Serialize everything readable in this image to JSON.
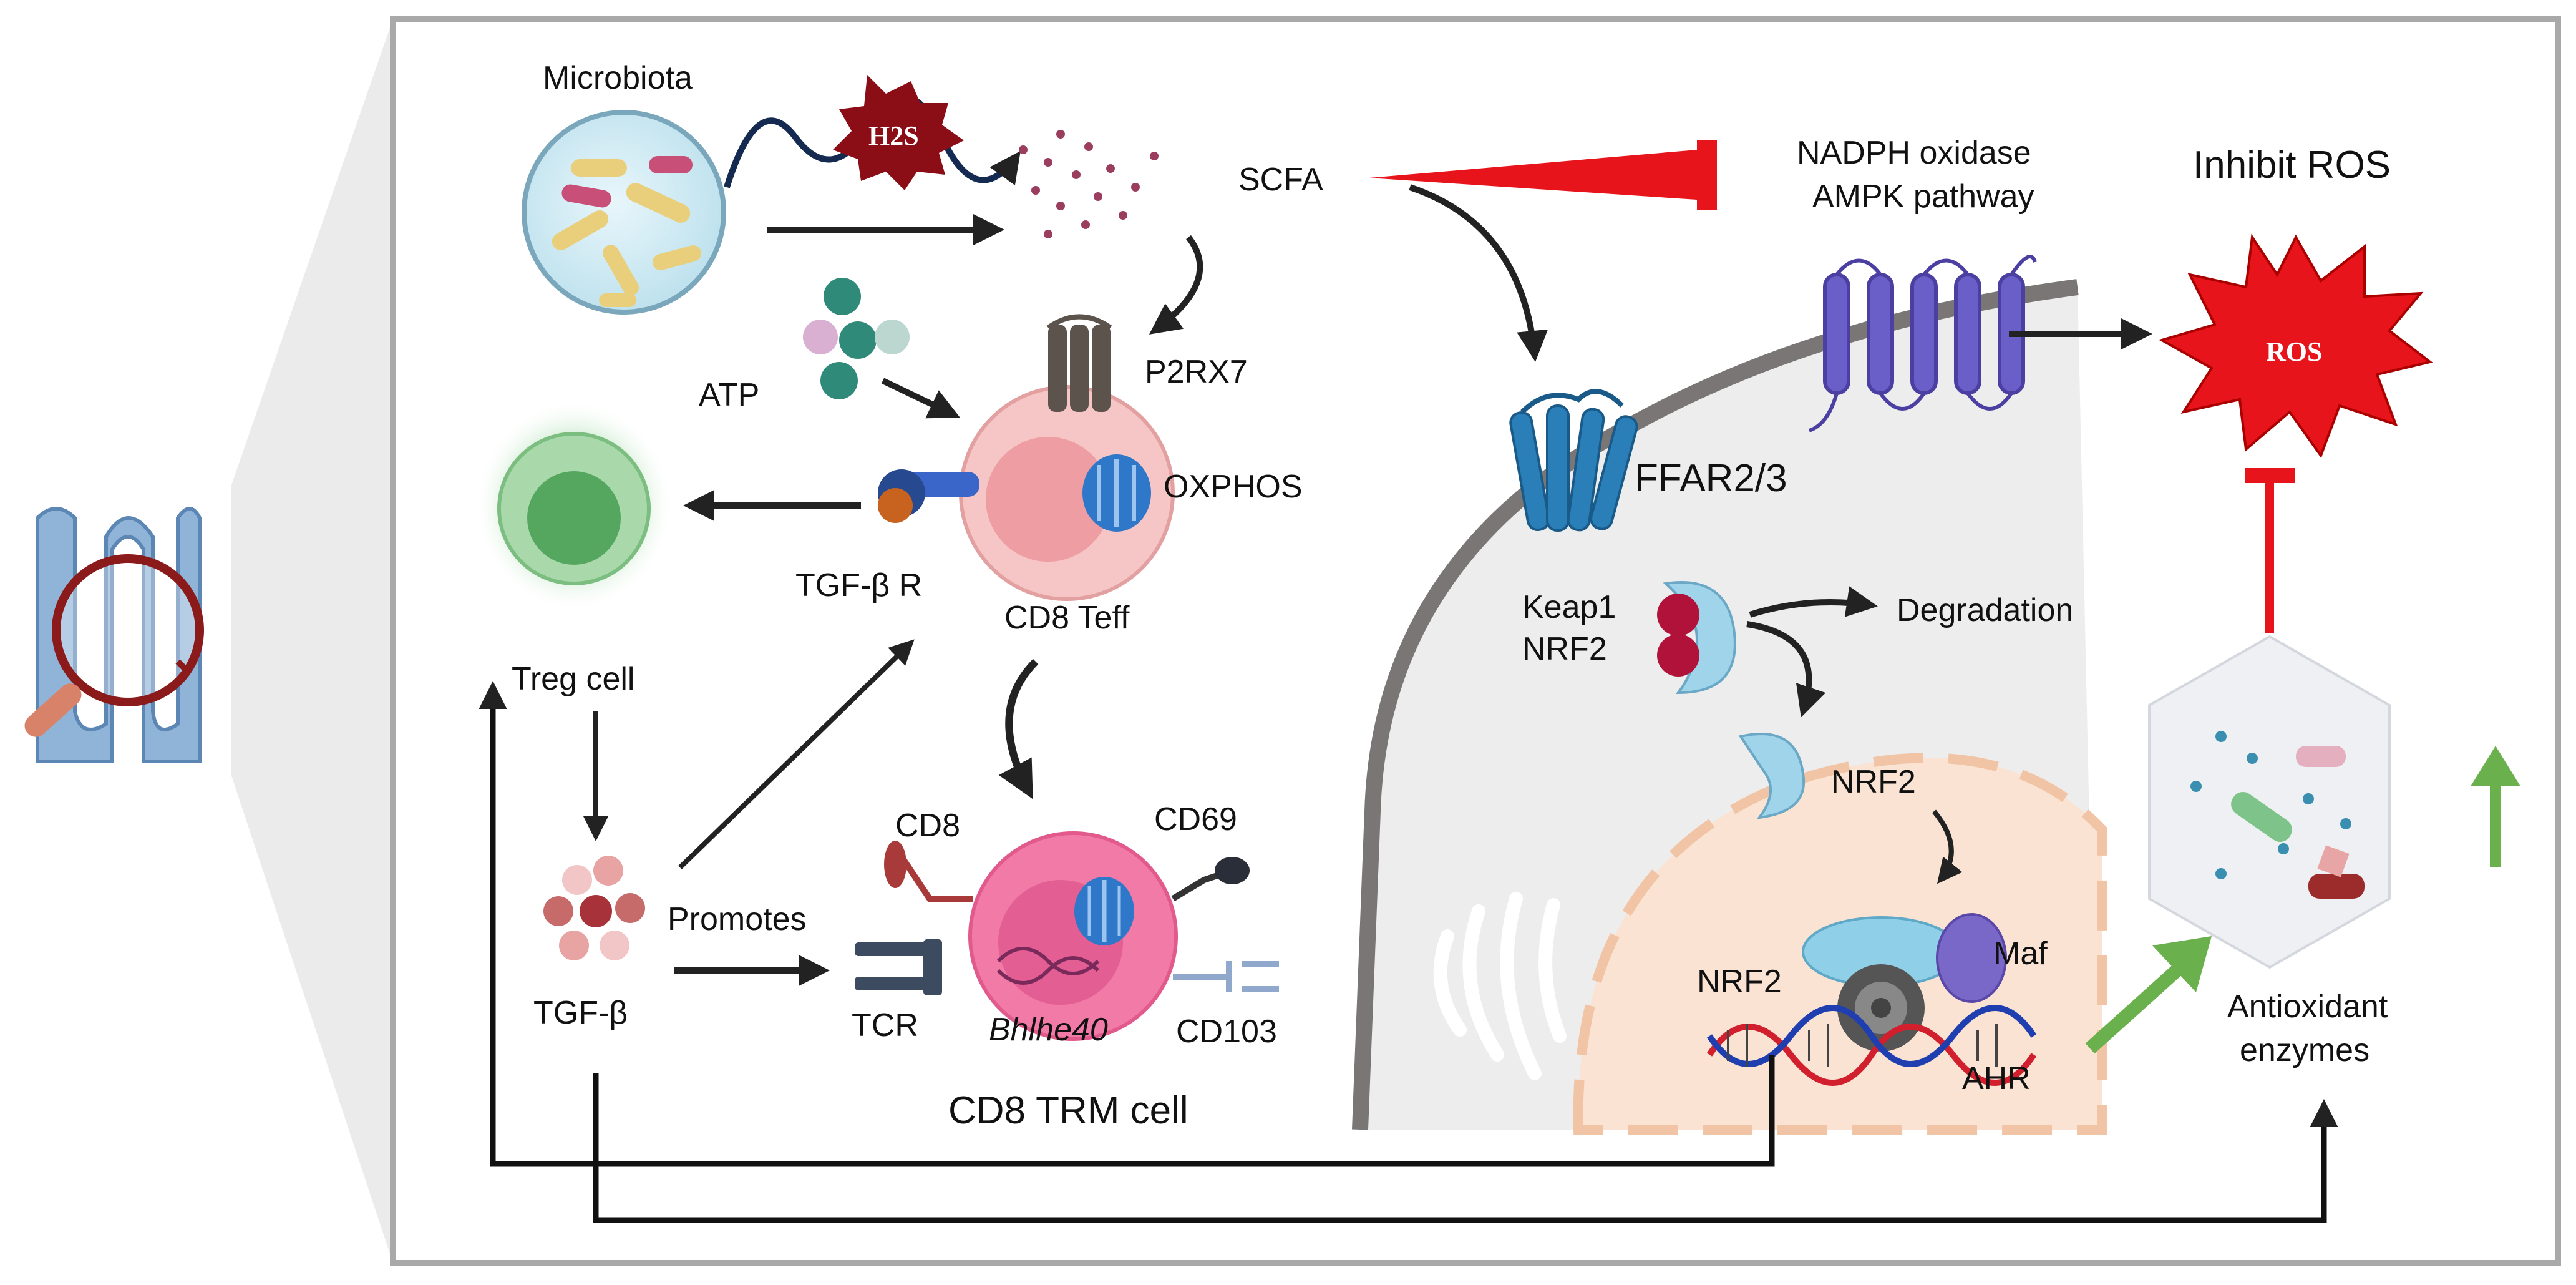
{
  "labels": {
    "microbiota": "Microbiota",
    "h2s": "H2S",
    "scfa": "SCFA",
    "nadph_line1": "NADPH oxidase",
    "nadph_line2": "AMPK pathway",
    "inhibit_ros": "Inhibit ROS",
    "ros": "ROS",
    "atp": "ATP",
    "p2rx7": "P2RX7",
    "oxphos": "OXPHOS",
    "tgfb_r": "TGF-β R",
    "cd8_teff": "CD8 Teff",
    "treg_cell": "Treg cell",
    "ffar": "FFAR2/3",
    "keap1": "Keap1",
    "nrf2_cyto": "NRF2",
    "degradation": "Degradation",
    "nrf2_nuc": "NRF2",
    "nrf2_dna": "NRF2",
    "maf": "Maf",
    "ahr": "AHR",
    "cd8": "CD8",
    "cd69": "CD69",
    "promotes": "Promotes",
    "tcr": "TCR",
    "bhlhe40": "Bhlhe40",
    "cd103": "CD103",
    "tgfb": "TGF-β",
    "cd8_trm": "CD8 TRM cell",
    "antioxidant_line1": "Antioxidant",
    "antioxidant_line2": "enzymes"
  },
  "colors": {
    "inhibition": "#e8141b",
    "activation": "#222222",
    "upregulation": "#6ab04c",
    "frame": "#a9a9a9",
    "cell_pink": "#f6c6c6",
    "nucleus_peach": "#fbe3d3",
    "receptor_blue": "#2f7fb0",
    "receptor_purple": "#6a5fc8"
  },
  "icons": [
    "intestine-magnifier-icon",
    "bacteria-icon",
    "h2s-burst-icon",
    "scfa-dots-icon",
    "atp-molecules-icon",
    "p2rx7-channel-icon",
    "mitochondria-icon",
    "tgfb-receptor-icon",
    "treg-cell-icon",
    "ffar-receptor-icon",
    "gpcr-receptor-icon",
    "ros-burst-icon",
    "keap1-nrf2-complex-icon",
    "dna-helix-icon",
    "golgi-icon",
    "antioxidant-hexagon-icon"
  ]
}
